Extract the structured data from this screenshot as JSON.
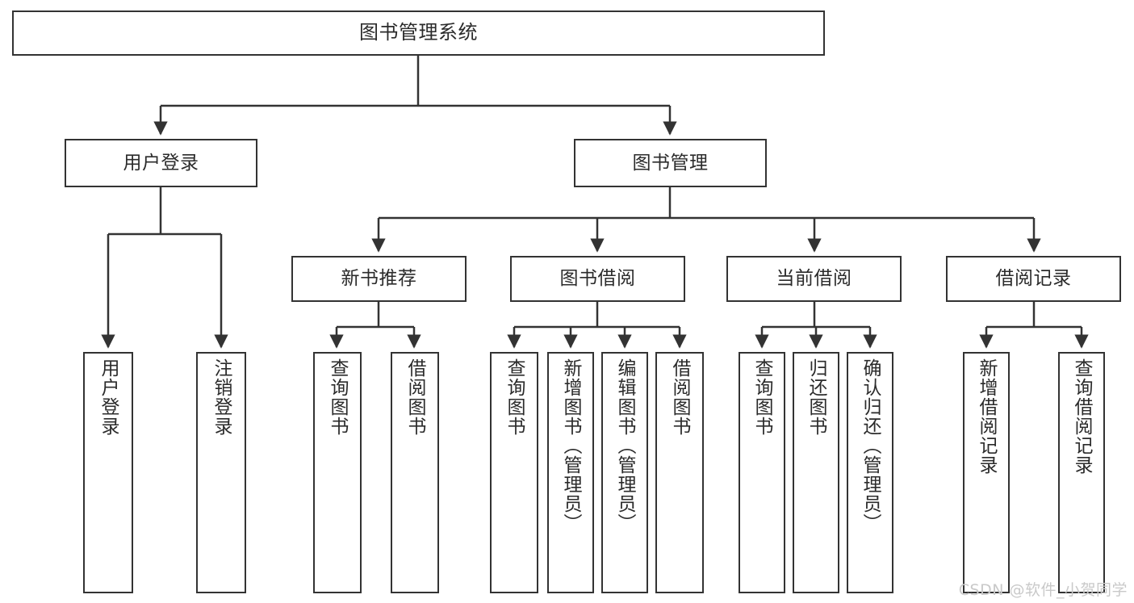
{
  "diagram": {
    "title": "图书管理系统",
    "type": "tree-hierarchy",
    "watermark": "CSDN @软件_小贺同学",
    "colors": {
      "box_border": "#333333",
      "box_fill": "#ffffff",
      "connector": "#333333",
      "text": "#2b2b2b",
      "watermark": "#c9c9c9",
      "canvas": "#ffffff"
    },
    "nodes": {
      "root": {
        "label": "图书管理系统"
      },
      "level2": [
        {
          "id": "user-login",
          "label": "用户登录"
        },
        {
          "id": "book-manage",
          "label": "图书管理"
        }
      ],
      "level3": [
        {
          "id": "new-book-rec",
          "label": "新书推荐"
        },
        {
          "id": "book-borrow",
          "label": "图书借阅"
        },
        {
          "id": "current-borrow",
          "label": "当前借阅"
        },
        {
          "id": "borrow-record",
          "label": "借阅记录"
        }
      ],
      "leaves": {
        "user-login": [
          {
            "id": "leaf-user-login",
            "label": "用户登录"
          },
          {
            "id": "leaf-logout",
            "label": "注销登录"
          }
        ],
        "new-book-rec": [
          {
            "id": "leaf-query-book-1",
            "label": "查询图书"
          },
          {
            "id": "leaf-borrow-book-1",
            "label": "借阅图书"
          }
        ],
        "book-borrow": [
          {
            "id": "leaf-query-book-2",
            "label": "查询图书"
          },
          {
            "id": "leaf-add-book",
            "label": "新增图书（管理员）"
          },
          {
            "id": "leaf-edit-book",
            "label": "编辑图书（管理员）"
          },
          {
            "id": "leaf-borrow-book-2",
            "label": "借阅图书"
          }
        ],
        "current-borrow": [
          {
            "id": "leaf-query-book-3",
            "label": "查询图书"
          },
          {
            "id": "leaf-return-book",
            "label": "归还图书"
          },
          {
            "id": "leaf-confirm-return",
            "label": "确认归还（管理员）"
          }
        ],
        "borrow-record": [
          {
            "id": "leaf-add-record",
            "label": "新增借阅记录"
          },
          {
            "id": "leaf-query-record",
            "label": "查询借阅记录"
          }
        ]
      }
    }
  }
}
